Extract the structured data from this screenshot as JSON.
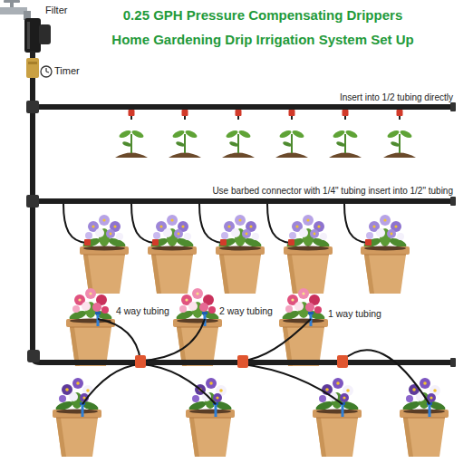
{
  "diagram": {
    "title": "0.25 GPH Pressure Compensating Drippers Home Gardening Drip Irrigation System Set Up",
    "labels": [
      "Filter",
      "Timer",
      "Insert into 1/2 tubing directly",
      "Use barbed connector with 1/4\" tubing insert into 1/2\" tubing",
      "4 way tubing",
      "2 way tubing",
      "1 way tubing"
    ]
  }
}
